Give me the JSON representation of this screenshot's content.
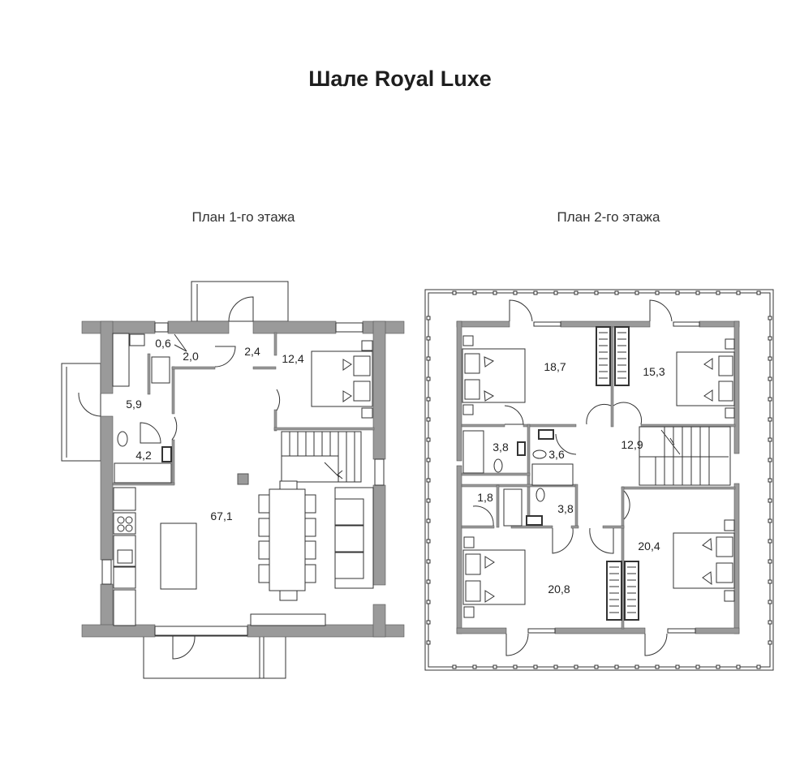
{
  "title": "Шале Royal Luxe",
  "plans": [
    {
      "label": "План 1-го этажа",
      "rooms": [
        "0,6",
        "2,0",
        "2,4",
        "12,4",
        "5,9",
        "4,2",
        "67,1"
      ]
    },
    {
      "label": "План 2-го этажа",
      "rooms": [
        "18,7",
        "15,3",
        "3,8",
        "3,6",
        "12,9",
        "1,8",
        "3,8",
        "20,4",
        "20,8"
      ]
    }
  ],
  "colors": {
    "wall": "#9a9a9a",
    "line": "#333333"
  }
}
